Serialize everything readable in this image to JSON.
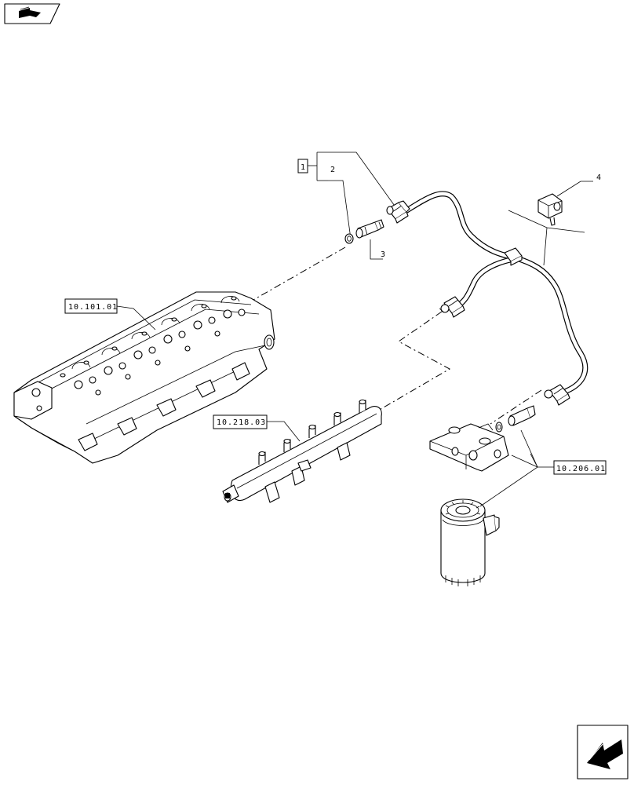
{
  "callouts": [
    {
      "id": "1",
      "text": "1"
    },
    {
      "id": "2",
      "text": "2"
    },
    {
      "id": "3",
      "text": "3"
    },
    {
      "id": "4",
      "text": "4"
    }
  ],
  "references": {
    "cylinder_head": "10.101.01",
    "fuel_rail": "10.218.03",
    "fuel_filter": "10.206.01"
  },
  "icons": {
    "top_left": "book-navigation-icon",
    "bottom_right": "next-page-arrow-icon"
  },
  "colors": {
    "line": "#000000",
    "background": "#ffffff"
  }
}
